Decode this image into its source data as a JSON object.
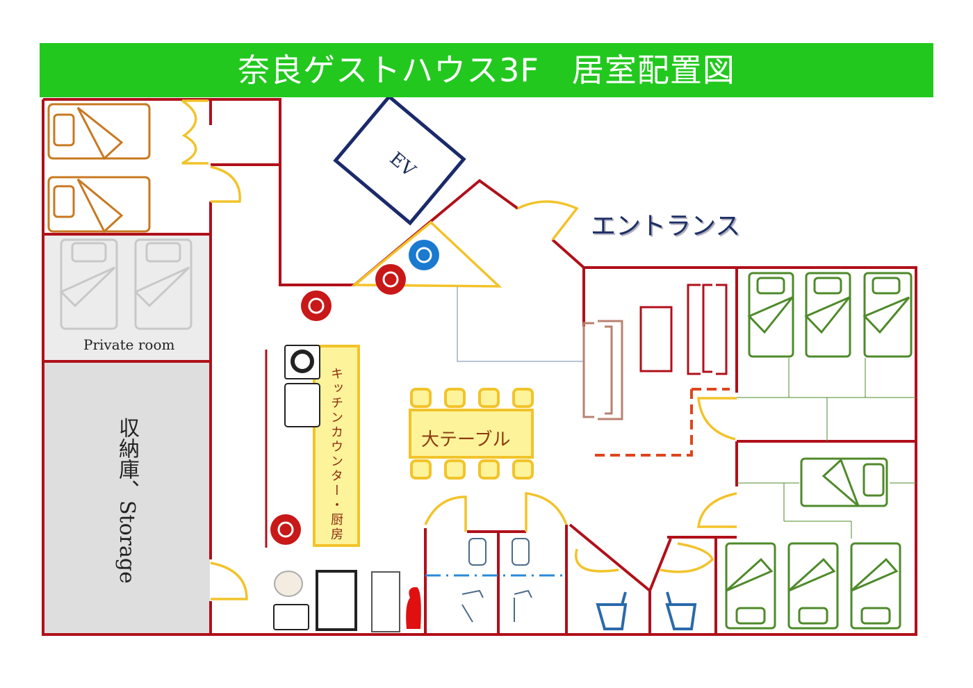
{
  "title": "奈良ゲストハウス3F　居室配置図",
  "labels": {
    "entrance": "エントランス",
    "elevator": "EV",
    "private_room": "Private room",
    "storage": "収納庫、Storage",
    "kitchen_counter": "キッチンカウンター・厨房",
    "big_table": "大テーブル"
  },
  "colors": {
    "title_bar": "#22c81e",
    "wall": "#b0101a",
    "door": "#f2c32a",
    "dorm_bed": "#4e8a2a",
    "private_bed": "#c87820",
    "elevator": "#1a2a6a"
  }
}
